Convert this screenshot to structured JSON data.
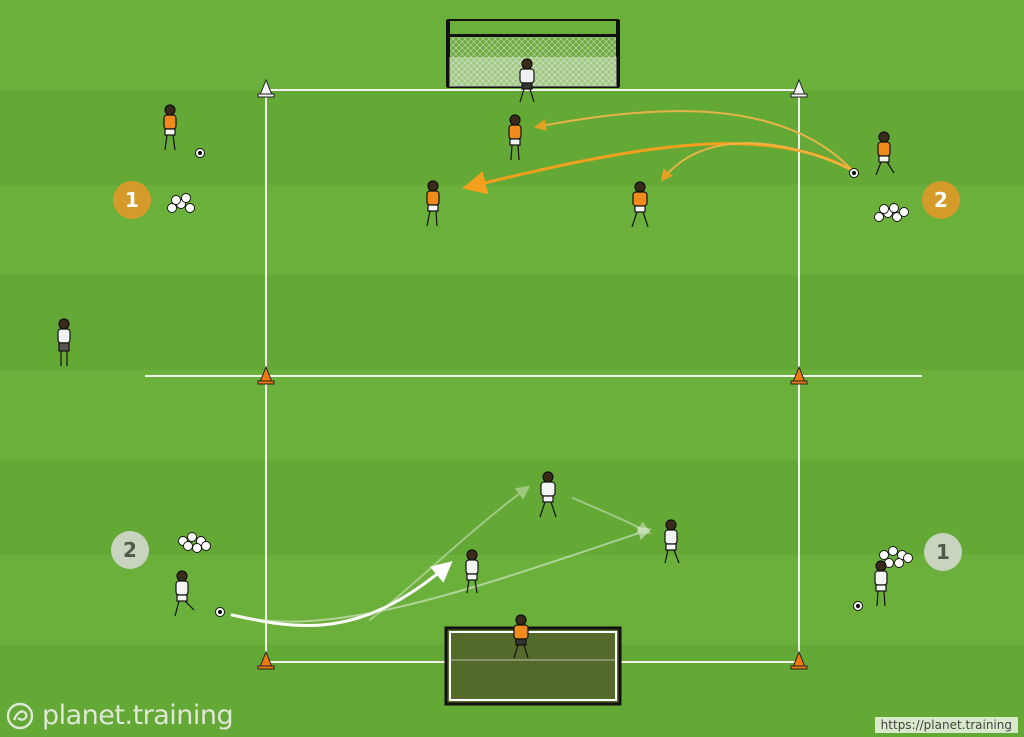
{
  "badges": [
    {
      "id": "top-left",
      "label": "1",
      "color": "#d49a2a"
    },
    {
      "id": "top-right",
      "label": "2",
      "color": "#d49a2a"
    },
    {
      "id": "bottom-left",
      "label": "2",
      "color": "#c9d4c0"
    },
    {
      "id": "bottom-right",
      "label": "1",
      "color": "#c9d4c0"
    }
  ],
  "brand": {
    "name": "planet.training",
    "url": "https://planet.training"
  },
  "colors": {
    "grass_light": "#6cb03c",
    "grass_dark": "#5fa232",
    "lines": "#f2f2f2",
    "orange_team": "#f08a1c",
    "white_team": "#ffffff",
    "cone": "#f07a10",
    "arrow_orange": "#f2a01e",
    "arrow_white": "#ffffff"
  }
}
